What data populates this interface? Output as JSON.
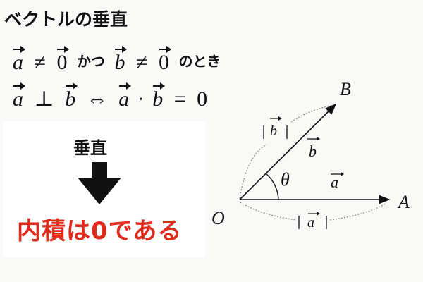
{
  "title": "ベクトルの垂直",
  "condition_line": {
    "vec_a": "a",
    "neq1": "≠",
    "zero1": "0",
    "katsu": "かつ",
    "vec_b": "b",
    "neq2": "≠",
    "zero2": "0",
    "notoki": "のとき"
  },
  "equivalence_line": {
    "vec_a": "a",
    "perp": "⊥",
    "vec_b": "b",
    "iff": "⇔",
    "vec_a2": "a",
    "dot": "·",
    "vec_b2": "b",
    "equals": "=",
    "zero": "0"
  },
  "box": {
    "label": "垂直",
    "arrow_icon": "down-arrow-icon",
    "result": "内積は0である",
    "result_color": "#e02a1c"
  },
  "diagram": {
    "point_O": "O",
    "point_A": "A",
    "point_B": "B",
    "angle": "θ",
    "vec_a_label": "a",
    "vec_b_label": "b",
    "abs_a_label": "|a|",
    "abs_b_label": "|b|"
  }
}
